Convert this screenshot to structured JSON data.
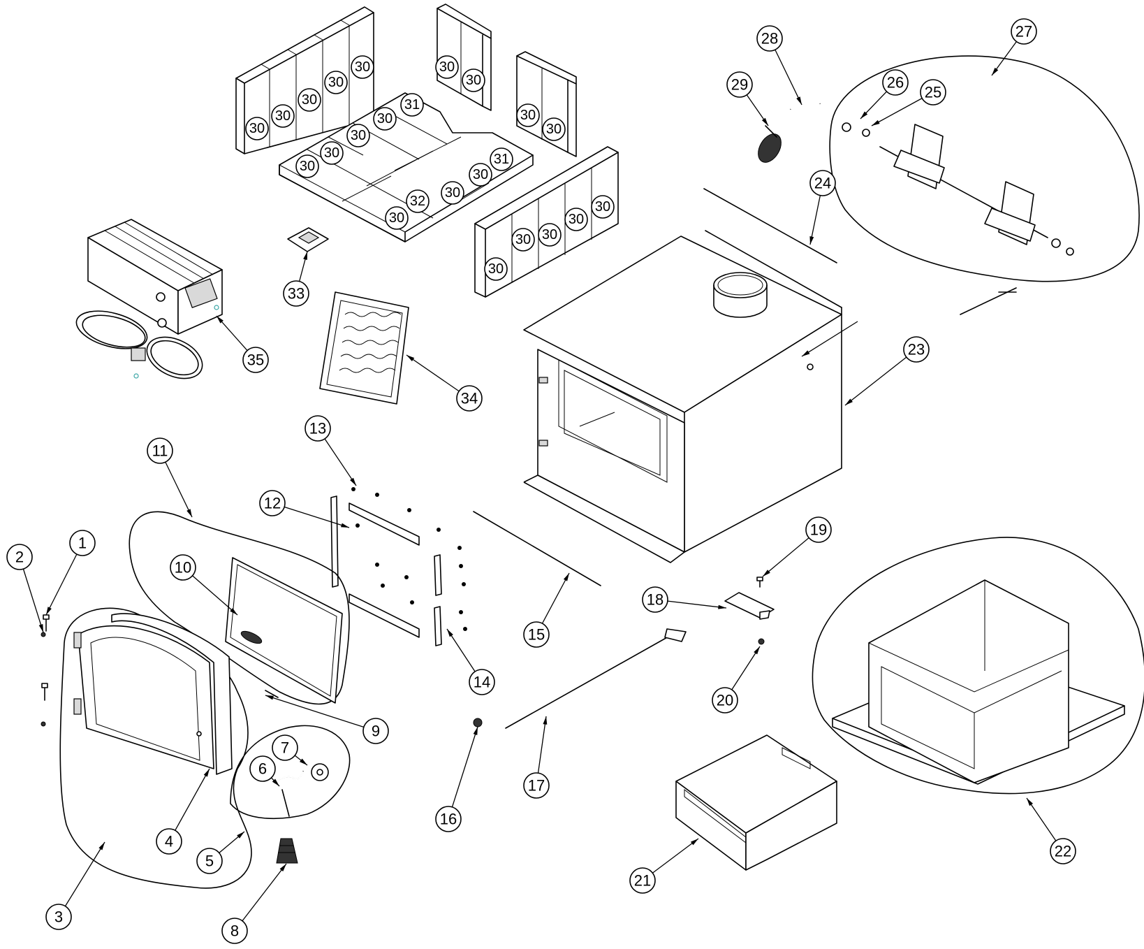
{
  "diagram": {
    "callouts": [
      "1",
      "2",
      "3",
      "4",
      "5",
      "6",
      "7",
      "8",
      "9",
      "10",
      "11",
      "12",
      "13",
      "14",
      "15",
      "16",
      "17",
      "18",
      "19",
      "20",
      "21",
      "22",
      "23",
      "24",
      "25",
      "26",
      "27",
      "28",
      "29",
      "31",
      "31",
      "32",
      "33",
      "34",
      "35"
    ],
    "brick_label": "30",
    "colors": {
      "line": "#000000",
      "background": "#ffffff",
      "accent": "#3aa6a6"
    }
  }
}
